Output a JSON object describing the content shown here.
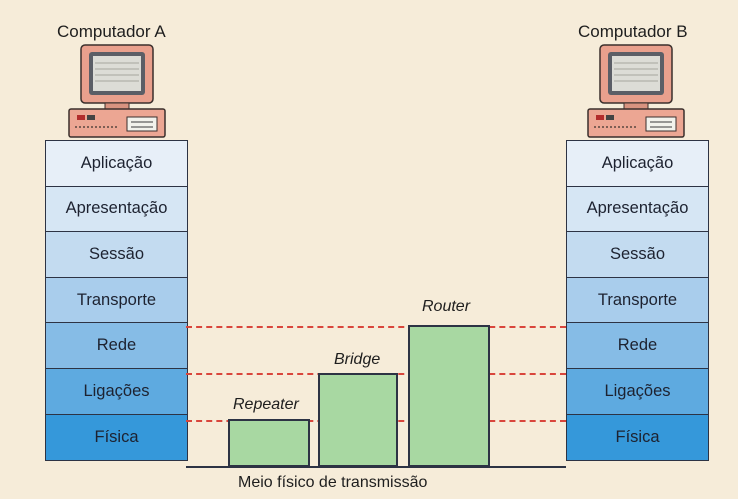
{
  "computer_a": {
    "label": "Computador A",
    "layers": [
      "Aplicação",
      "Apresentação",
      "Sessão",
      "Transporte",
      "Rede",
      "Ligações",
      "Física"
    ]
  },
  "computer_b": {
    "label": "Computador B",
    "layers": [
      "Aplicação",
      "Apresentação",
      "Sessão",
      "Transporte",
      "Rede",
      "Ligações",
      "Física"
    ]
  },
  "devices": {
    "repeater": "Repeater",
    "bridge": "Bridge",
    "router": "Router"
  },
  "medium_label": "Meio físico de transmissão",
  "colors": {
    "background": "#f6ecd9",
    "layer_top": "#eef3f9",
    "layer_bottom": "#2f95d9",
    "device_fill": "#a8d8a2",
    "dash": "#d9463c"
  }
}
